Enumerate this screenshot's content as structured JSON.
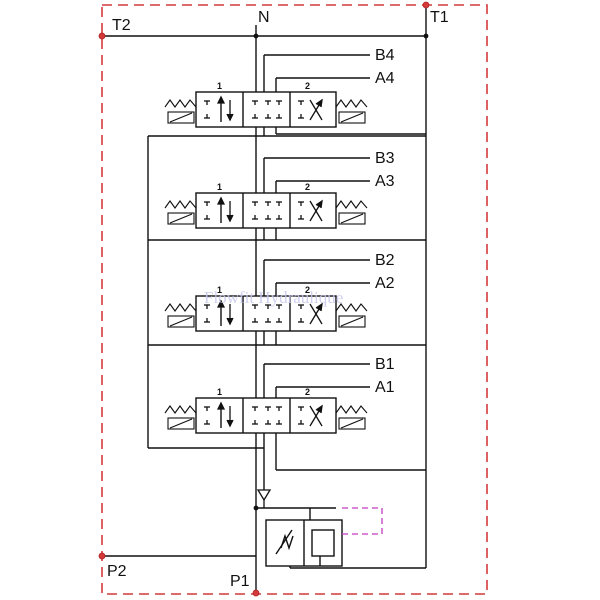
{
  "diagram": {
    "ports": {
      "t2": "T2",
      "n": "N",
      "t1": "T1",
      "p2": "P2",
      "p1": "P1"
    },
    "sections": [
      {
        "b": "B4",
        "a": "A4",
        "pos1": "1",
        "pos2": "2"
      },
      {
        "b": "B3",
        "a": "A3",
        "pos1": "1",
        "pos2": "2"
      },
      {
        "b": "B2",
        "a": "A2",
        "pos1": "1",
        "pos2": "2"
      },
      {
        "b": "B1",
        "a": "A1",
        "pos1": "1",
        "pos2": "2"
      }
    ],
    "watermark": "Flowfit Hydraulique",
    "colors": {
      "line": "#111111",
      "boundary": "#d43a3a",
      "pilot": "#c03bc0",
      "watermark": "#c7c8ee"
    }
  }
}
